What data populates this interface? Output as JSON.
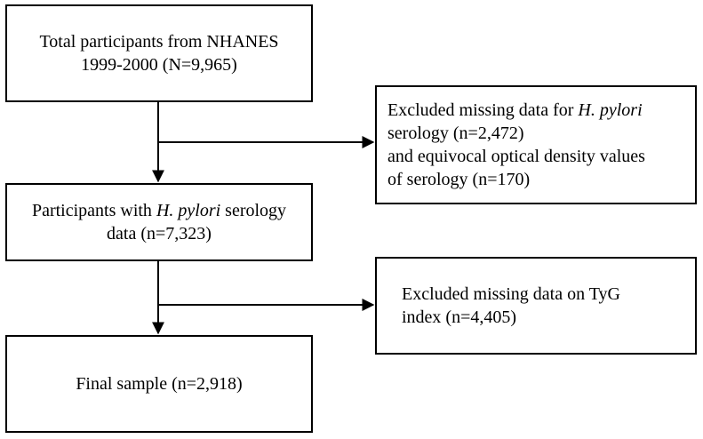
{
  "boxes": {
    "total": {
      "line1": "Total participants from NHANES",
      "line2": "1999-2000 (N=9,965)"
    },
    "excluded1": {
      "line1_pre": "Excluded missing data for ",
      "line1_em": "H. pylori",
      "line2": "serology (n=2,472)",
      "line3": "and equivocal optical density values",
      "line4": "of serology (n=170)"
    },
    "serology": {
      "line1_pre": "Participants with ",
      "line1_em": "H. pylori",
      "line1_post": " serology",
      "line2": "data (n=7,323)"
    },
    "excluded2": {
      "line1": "Excluded missing data on TyG",
      "line2": "index (n=4,405)"
    },
    "final": {
      "line1": "Final sample (n=2,918)"
    }
  },
  "colors": {
    "stroke": "#000000",
    "background": "#ffffff"
  }
}
